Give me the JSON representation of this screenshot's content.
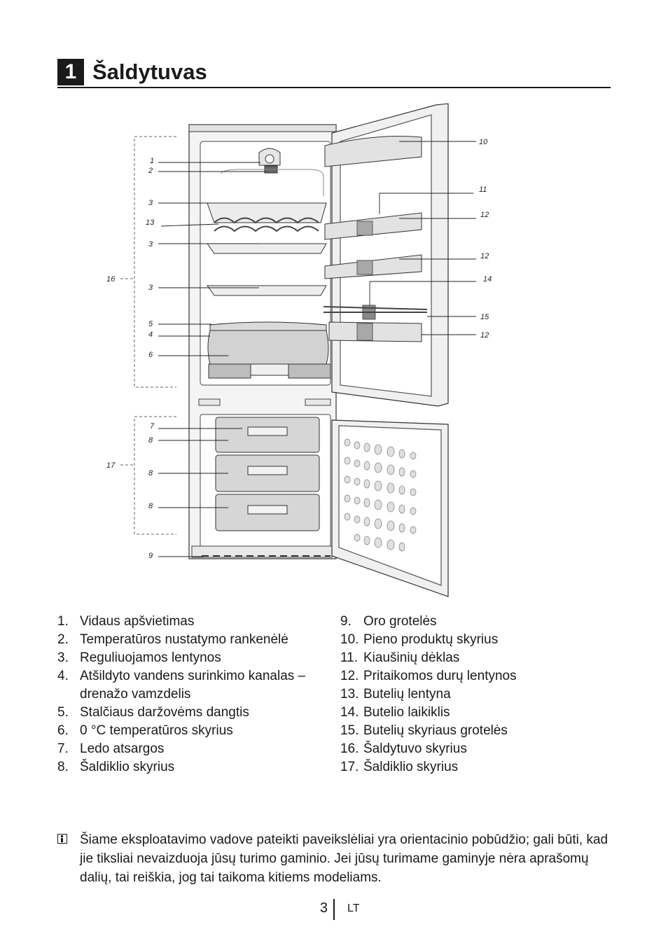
{
  "header": {
    "number": "1",
    "title": "Šaldytuvas"
  },
  "diagram": {
    "callouts": {
      "c1": "1",
      "c2": "2",
      "c3a": "3",
      "c13": "13",
      "c3b": "3",
      "c16": "16",
      "c3c": "3",
      "c5": "5",
      "c4": "4",
      "c6": "6",
      "c7": "7",
      "c8a": "8",
      "c17": "17",
      "c8b": "8",
      "c8c": "8",
      "c9": "9",
      "c10": "10",
      "c11": "11",
      "c12a": "12",
      "c12b": "12",
      "c14": "14",
      "c15": "15",
      "c12c": "12"
    }
  },
  "legend": {
    "left": [
      {
        "num": "1.",
        "text": "Vidaus apšvietimas"
      },
      {
        "num": "2.",
        "text": "Temperatūros nustatymo rankenėlė"
      },
      {
        "num": "3.",
        "text": "Reguliuojamos lentynos"
      },
      {
        "num": "4.",
        "text": "Atšildyto vandens surinkimo kanalas – drenažo vamzdelis"
      },
      {
        "num": "5.",
        "text": "Stalčiaus daržovėms dangtis"
      },
      {
        "num": "6.",
        "text": "0 °C temperatūros skyrius"
      },
      {
        "num": "7.",
        "text": "Ledo atsargos"
      },
      {
        "num": "8.",
        "text": "Šaldiklio skyrius"
      }
    ],
    "right": [
      {
        "num": "9.",
        "text": "Oro grotelės"
      },
      {
        "num": "10.",
        "text": "Pieno produktų skyrius"
      },
      {
        "num": "11.",
        "text": "Kiaušinių dėklas"
      },
      {
        "num": "12.",
        "text": "Pritaikomos durų lentynos"
      },
      {
        "num": "13.",
        "text": "Butelių lentyna"
      },
      {
        "num": "14.",
        "text": "Butelio laikiklis"
      },
      {
        "num": "15.",
        "text": "Butelių skyriaus grotelės"
      },
      {
        "num": "16.",
        "text": "Šaldytuvo skyrius"
      },
      {
        "num": "17.",
        "text": "Šaldiklio skyrius"
      }
    ]
  },
  "note": {
    "icon": "info-icon",
    "text": "Šiame eksploatavimo vadove pateikti paveikslėliai yra orientacinio pobūdžio; gali būti, kad jie tiksliai nevaizduoja jūsų turimo gaminio. Jei jūsų turimame gaminyje nėra aprašomų dalių, tai reiškia, jog tai taikoma kitiems modeliams."
  },
  "footer": {
    "page": "3",
    "lang": "LT"
  }
}
